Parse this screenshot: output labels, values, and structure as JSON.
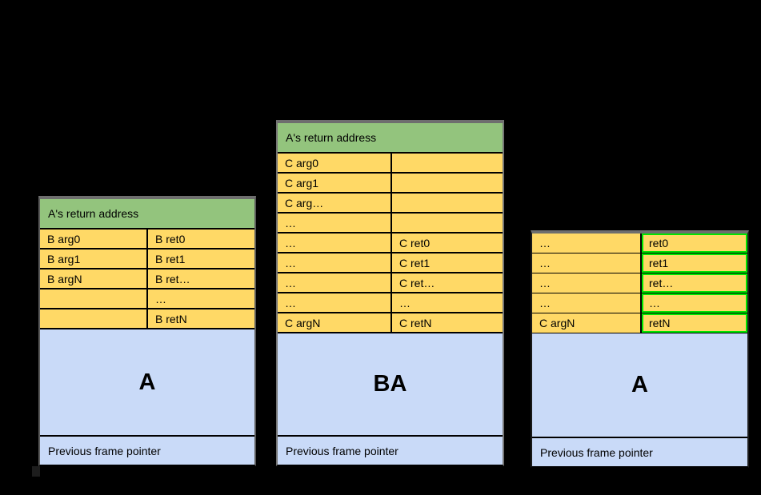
{
  "background": "#000000",
  "palette": {
    "header_green": "#93c47d",
    "cell_yellow": "#ffd966",
    "frame_blue": "#c9daf8",
    "highlight_green": "#00e400",
    "table_border_gray": "#6e6e6e",
    "line_black": "#000000"
  },
  "stacks": [
    {
      "header": "A's return address",
      "rows": [
        {
          "left": "B arg0",
          "right": "B ret0"
        },
        {
          "left": "B arg1",
          "right": "B ret1"
        },
        {
          "left": "B argN",
          "right": "B ret…"
        },
        {
          "left": "",
          "right": "…"
        },
        {
          "left": "",
          "right": "B retN"
        }
      ],
      "frame_label": "A",
      "footer": "Previous frame pointer"
    },
    {
      "header": "A's return address",
      "rows": [
        {
          "left": "C arg0",
          "right": ""
        },
        {
          "left": "C arg1",
          "right": ""
        },
        {
          "left": "C arg…",
          "right": ""
        },
        {
          "left": "…",
          "right": ""
        },
        {
          "left": "…",
          "right": "C ret0"
        },
        {
          "left": "…",
          "right": "C ret1"
        },
        {
          "left": "…",
          "right": "C ret…"
        },
        {
          "left": "…",
          "right": "…"
        },
        {
          "left": "C argN",
          "right": "C retN"
        }
      ],
      "frame_label": "BA",
      "footer": "Previous frame pointer"
    },
    {
      "rows": [
        {
          "left": "…",
          "right": "ret0"
        },
        {
          "left": "…",
          "right": "ret1"
        },
        {
          "left": "…",
          "right": "ret…"
        },
        {
          "left": "…",
          "right": "…"
        },
        {
          "left": "C argN",
          "right": "retN"
        }
      ],
      "frame_label": "A",
      "footer": "Previous frame pointer"
    }
  ]
}
